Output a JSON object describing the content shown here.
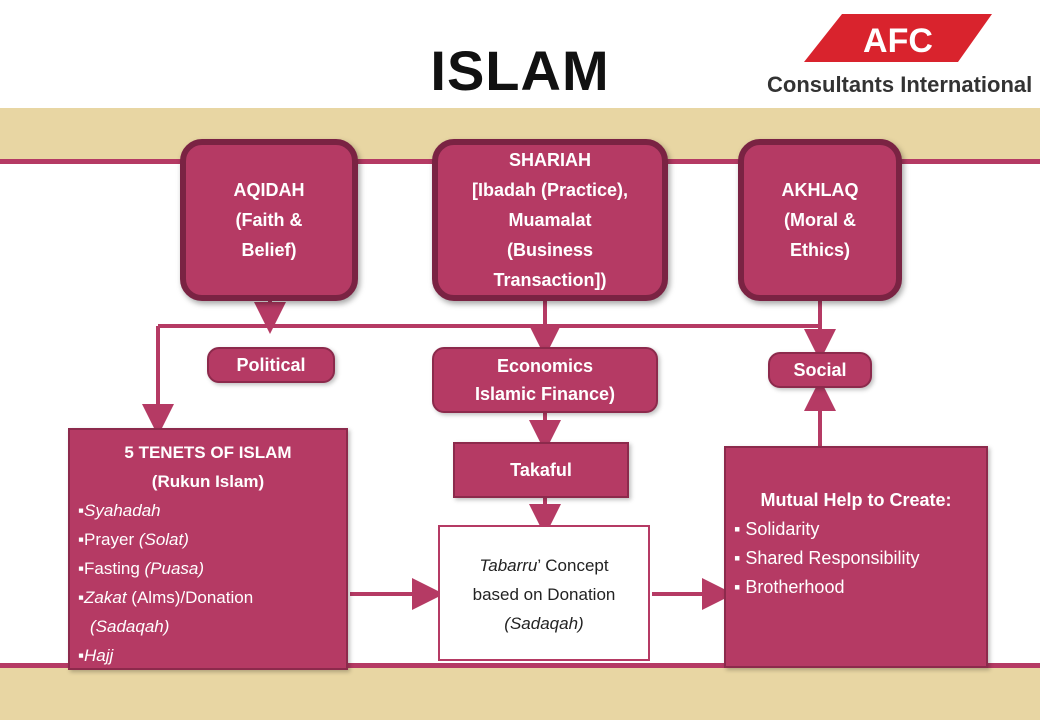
{
  "title": "ISLAM",
  "logo": {
    "mark": "AFC",
    "subtitle": "Consultants International"
  },
  "pillars": {
    "aqidah": [
      "AQIDAH",
      "(Faith &",
      "Belief)"
    ],
    "shariah": [
      "SHARIAH",
      "[Ibadah (Practice),",
      "Muamalat",
      "(Business",
      "Transaction])"
    ],
    "akhlaq": [
      "AKHLAQ",
      "(Moral &",
      "Ethics)"
    ]
  },
  "labels": {
    "political": "Political",
    "economics_line1": "Economics",
    "economics_line2": "Islamic Finance)",
    "social": "Social",
    "takaful": "Takaful"
  },
  "tenets": {
    "header1": "5 TENETS OF ISLAM",
    "header2": "(Rukun Islam)",
    "items": [
      {
        "italic": "Syahadah",
        "plain": ""
      },
      {
        "plain": "Prayer ",
        "italic": "(Solat)"
      },
      {
        "plain": "Fasting ",
        "italic": "(Puasa)"
      },
      {
        "italic": "Zakat",
        "plain": " (Alms)/Donation"
      },
      {
        "italic": "(Sadaqah)",
        "plain": ""
      },
      {
        "italic": "Hajj",
        "plain": ""
      }
    ]
  },
  "tabarru": {
    "italic": "Tabarru",
    "rest": "’ Concept",
    "line2": "based on Donation",
    "line3": "(Sadaqah)"
  },
  "mutual_help": {
    "header": "Mutual Help to Create:",
    "items": [
      "Solidarity",
      "Shared Responsibility",
      "Brotherhood"
    ]
  },
  "colors": {
    "primary": "#b53a64",
    "primary_dark": "#7a2343",
    "band": "#e8d6a3",
    "logo_red": "#d9232d"
  }
}
